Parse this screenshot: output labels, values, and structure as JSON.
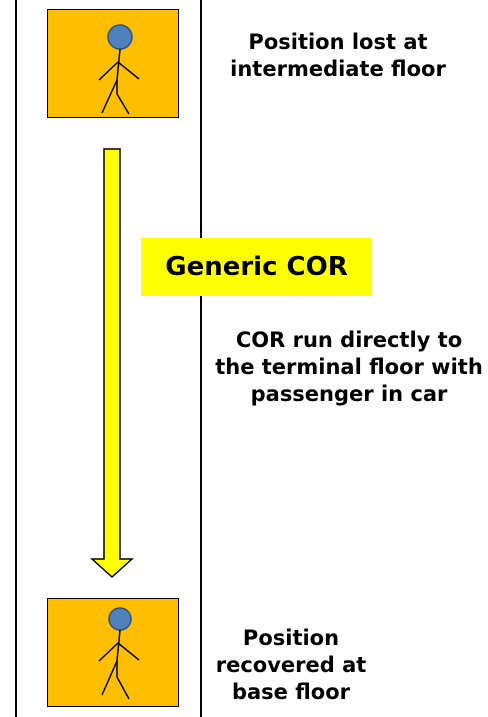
{
  "labels": {
    "top": "Position lost at intermediate floor",
    "middle": "COR run directly to the terminal floor with passenger in car",
    "bottom": "Position recovered at base floor",
    "tag": "Generic COR"
  },
  "colors": {
    "car_fill": "#ffbf00",
    "person_head": "#4f81bd",
    "arrow_fill": "#ffff00",
    "tag_fill": "#ffff00"
  },
  "icons": {
    "person": "person-icon",
    "arrow": "down-arrow-icon"
  }
}
